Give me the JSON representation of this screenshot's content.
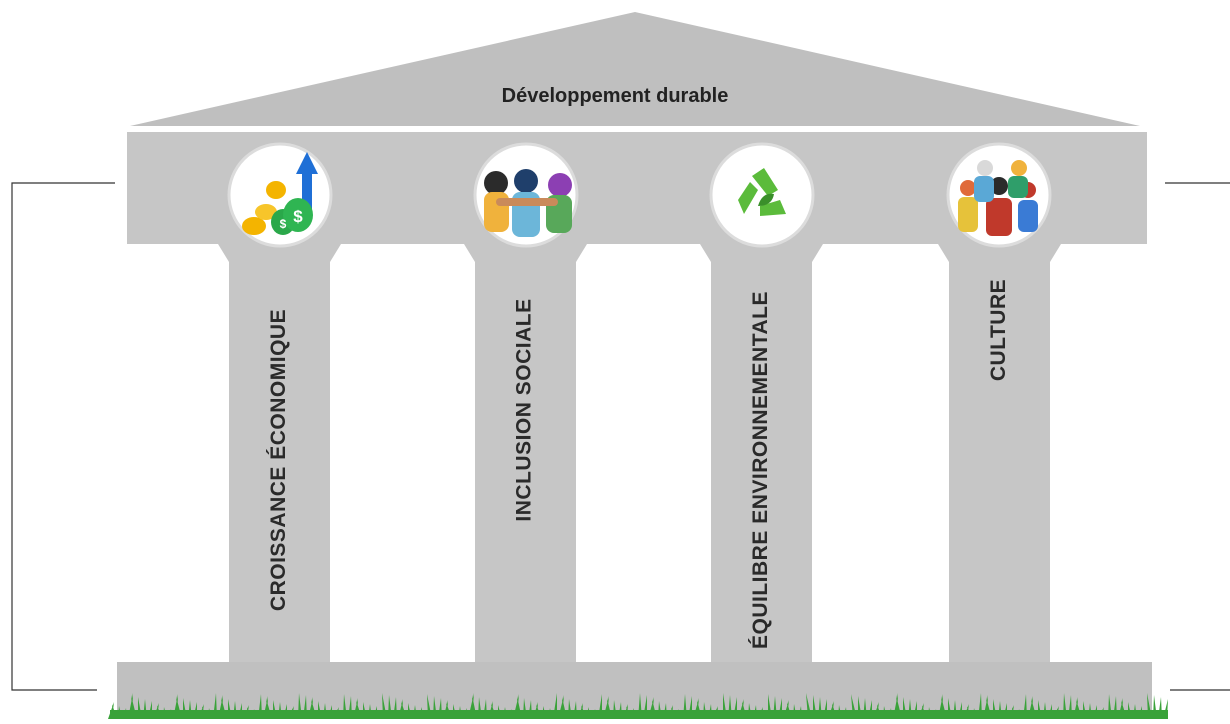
{
  "title": "Développement durable",
  "pillars": [
    {
      "label": "CROISSANCE ÉCONOMIQUE",
      "icon": "money-growth-icon"
    },
    {
      "label": "INCLUSION SOCIALE",
      "icon": "people-group-icon"
    },
    {
      "label": "ÉQUILIBRE ENVIRONNEMENTALE",
      "icon": "recycle-icon"
    },
    {
      "label": "CULTURE",
      "icon": "diverse-people-icon"
    }
  ],
  "colors": {
    "structure": "#c4c4c4",
    "pediment": "#bdbdbd",
    "grass": "#3aa23a",
    "recycle": "#5bbb3b",
    "bracket": "#333333"
  }
}
